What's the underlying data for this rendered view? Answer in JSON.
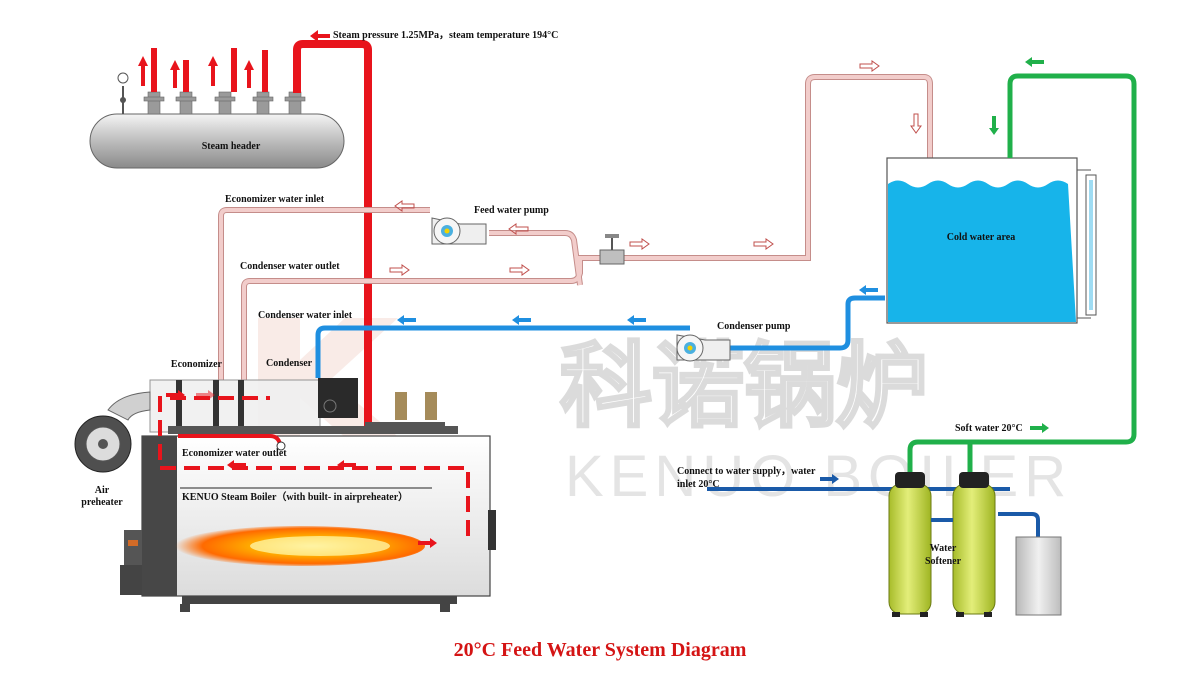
{
  "labels": {
    "steam_pressure": "Steam pressure 1.25MPa，steam temperature 194°C",
    "steam_header": "Steam header",
    "economizer_water_inlet": "Economizer water inlet",
    "feed_water_pump": "Feed water pump",
    "condenser_water_outlet": "Condenser water outlet",
    "condenser_water_inlet": "Condenser water inlet",
    "condenser_pump": "Condenser pump",
    "economizer": "Economizer",
    "condenser": "Condenser",
    "economizer_water_outlet": "Economizer water outlet",
    "air_preheater_line1": "Air",
    "air_preheater_line2": "preheater",
    "boiler_name": "KENUO Steam Boiler（with built- in airpreheater）",
    "cold_water_area": "Cold water area",
    "soft_water": "Soft water 20°C",
    "water_supply_line1": "Connect to water supply，water",
    "water_supply_line2": "inlet 20°C",
    "water_softener_line1": "Water",
    "water_softener_line2": "Softener"
  },
  "watermark": {
    "chinese": "科诺锅炉",
    "english": "KENUO BOILER"
  },
  "title": "20°C Feed Water System Diagram",
  "colors": {
    "steam": "#e8141c",
    "feed_water": "#f2cdcb",
    "condenser_water": "#1f8fe0",
    "soft_water": "#20b04a",
    "supply_water": "#1a5aa8",
    "tank_water": "#17b4ea",
    "softener": "#c9dc4a",
    "title": "#d41414"
  }
}
